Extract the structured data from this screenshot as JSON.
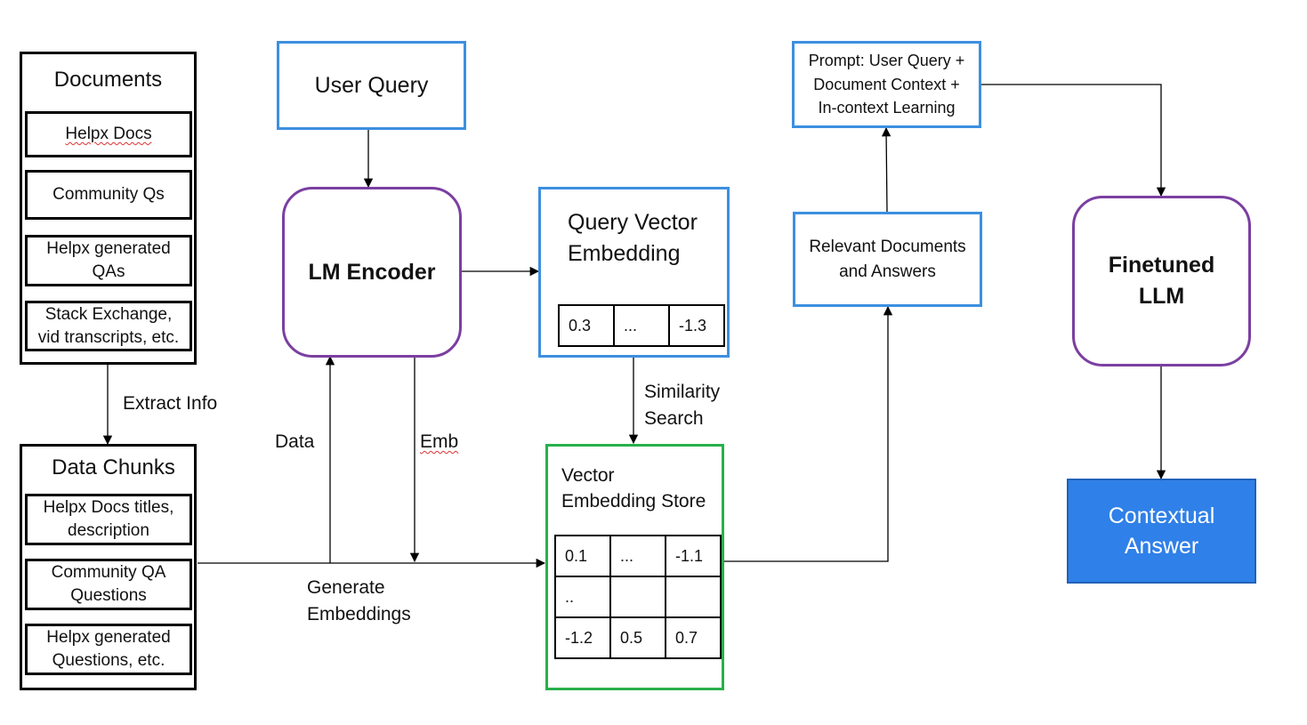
{
  "documents": {
    "title": "Documents",
    "items": [
      "Helpx Docs",
      "Community Qs",
      "Helpx generated\nQAs",
      "Stack Exchange,\nvid transcripts, etc."
    ]
  },
  "data_chunks": {
    "title": "Data Chunks",
    "items": [
      "Helpx Docs titles,\ndescription",
      "Community QA\nQuestions",
      "Helpx generated\nQuestions, etc."
    ]
  },
  "labels": {
    "extract_info": "Extract Info",
    "data": "Data",
    "emb": "Emb",
    "generate_embeddings": "Generate\nEmbeddings",
    "similarity_search": "Similarity\nSearch"
  },
  "user_query": "User Query",
  "lm_encoder": "LM Encoder",
  "query_vector": {
    "title": "Query Vector\nEmbedding",
    "cells": [
      "0.3",
      "...",
      "-1.3"
    ]
  },
  "vector_store": {
    "title": "Vector\nEmbedding Store",
    "rows": [
      [
        "0.1",
        "...",
        "-1.1"
      ],
      [
        "..",
        "",
        ""
      ],
      [
        "-1.2",
        "0.5",
        "0.7"
      ]
    ]
  },
  "relevant_docs": "Relevant Documents\nand Answers",
  "prompt": "Prompt: User Query +\nDocument Context +\nIn-context Learning",
  "finetuned_llm": "Finetuned\nLLM",
  "contextual_answer": "Contextual\nAnswer",
  "colors": {
    "blue_border": "#3d8fe0",
    "green_border": "#28b04b",
    "purple_border": "#7b3fa1",
    "answer_fill": "#2f80e8"
  }
}
